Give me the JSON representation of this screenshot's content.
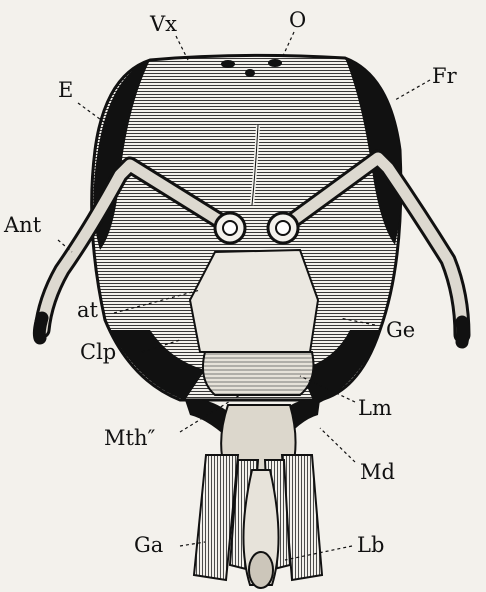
{
  "labels": {
    "vx": "Vx",
    "o": "O",
    "e": "E",
    "fr": "Fr",
    "ant": "Ant",
    "at": "at",
    "ge": "Ge",
    "clp": "Clp",
    "lm": "Lm",
    "mth": "Mth″",
    "md": "Md",
    "ga": "Ga",
    "lb": "Lb"
  },
  "colors": {
    "ink": "#111111",
    "paper": "#f3f1ec",
    "shade": "#d9d5cc"
  }
}
